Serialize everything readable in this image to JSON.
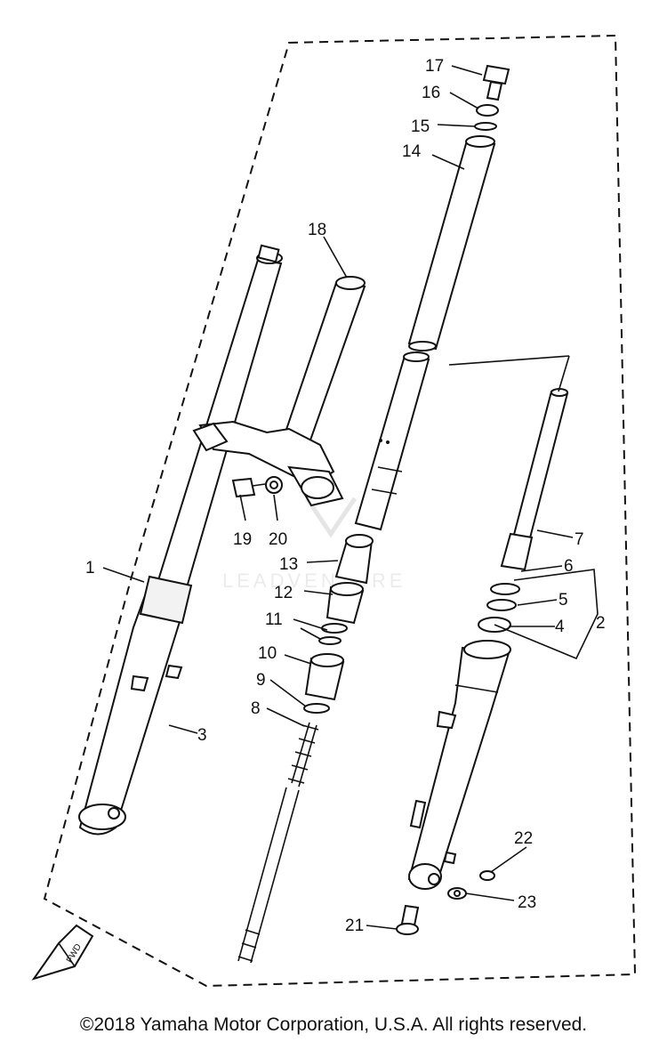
{
  "labels": {
    "l1": "1",
    "l2": "2",
    "l3": "3",
    "l4": "4",
    "l5": "5",
    "l6": "6",
    "l7": "7",
    "l8": "8",
    "l9": "9",
    "l10": "10",
    "l11": "11",
    "l12": "12",
    "l13": "13",
    "l14": "14",
    "l15": "15",
    "l16": "16",
    "l17": "17",
    "l18": "18",
    "l19": "19",
    "l20": "20",
    "l21": "21",
    "l22": "22",
    "l23": "23"
  },
  "direction_marker": "FWD",
  "watermark": "LEADVENTURE",
  "copyright": "©2018 Yamaha Motor Corporation, U.S.A. All rights reserved."
}
